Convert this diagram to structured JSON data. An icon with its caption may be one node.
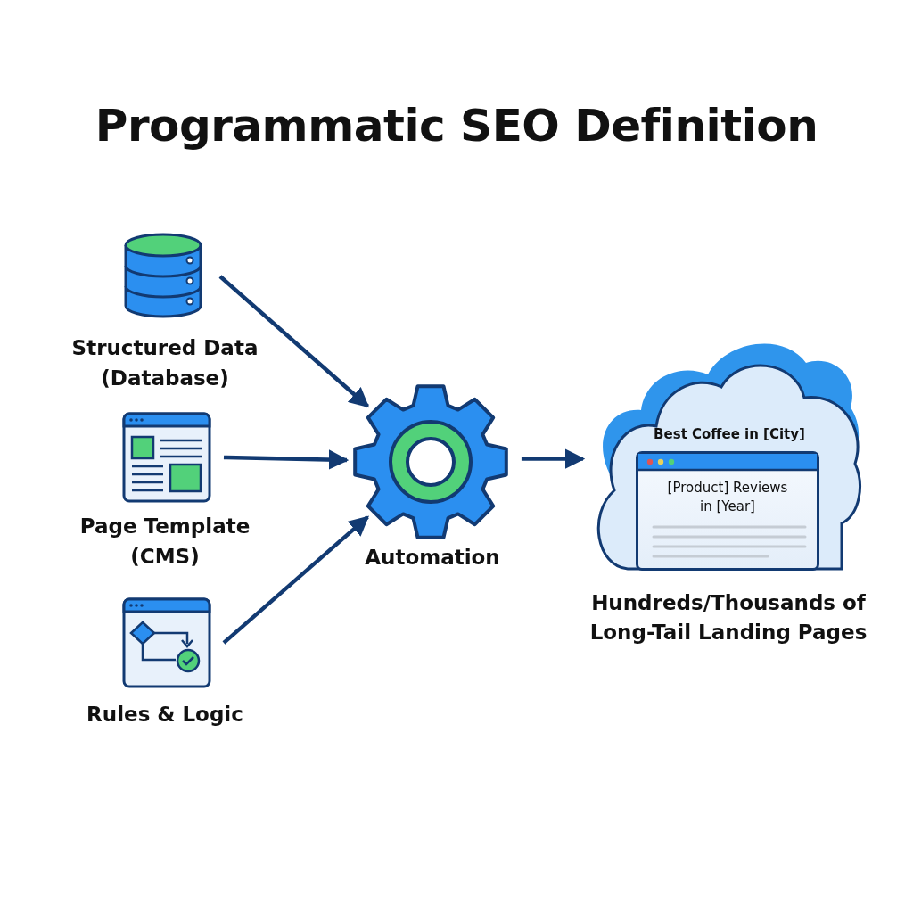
{
  "diagram": {
    "title": "Programmatic SEO Definition",
    "nodes": [
      {
        "text": [
          "Structured Data (Database)"
        ]
      },
      {
        "text": [
          "Page Template (CMS)"
        ]
      },
      {
        "text": [
          "Rules & Logic"
        ]
      },
      {
        "text": [
          "Automation"
        ]
      },
      {
        "text": [
          "Best Coffee in [City]"
        ],
        "beside": [
          "Hundreds/Thousands of Long-Tail Landing Pages"
        ]
      },
      {
        "text": [
          "[Product] Reviews in [Year]"
        ],
        "in": 4
      }
    ],
    "edges": [
      {
        "from": 0,
        "to": 3,
        "arrow": "to"
      },
      {
        "from": 1,
        "to": 3,
        "arrow": "to"
      },
      {
        "from": 2,
        "to": 3,
        "arrow": "to"
      },
      {
        "from": 3,
        "to": 4,
        "arrow": "to"
      }
    ]
  }
}
